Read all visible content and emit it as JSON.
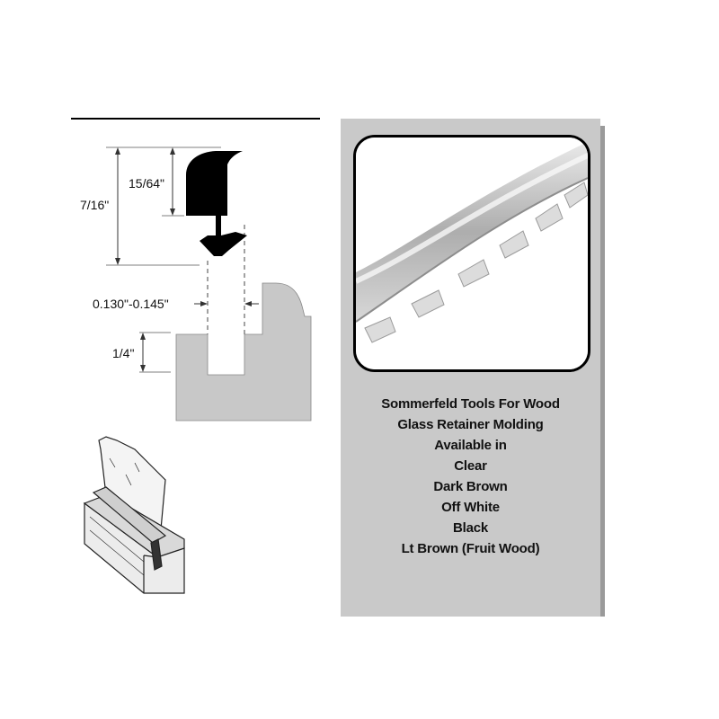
{
  "drawing": {
    "dimensions": {
      "height_total": "7/16\"",
      "lip_height": "15/64\"",
      "gap_width": "0.130\"-0.145\"",
      "rabbet_depth": "1/4\""
    },
    "colors": {
      "molding": "#000000",
      "wood_section": "#c8c8c8",
      "panel": "#c9c9c9"
    }
  },
  "photo": {
    "icon": "clear-molding-strip-photo"
  },
  "caption": {
    "lines": [
      "Sommerfeld Tools For Wood",
      "Glass Retainer Molding",
      "Available in",
      "Clear",
      "Dark Brown",
      "Off White",
      "Black",
      "Lt Brown (Fruit Wood)"
    ]
  }
}
